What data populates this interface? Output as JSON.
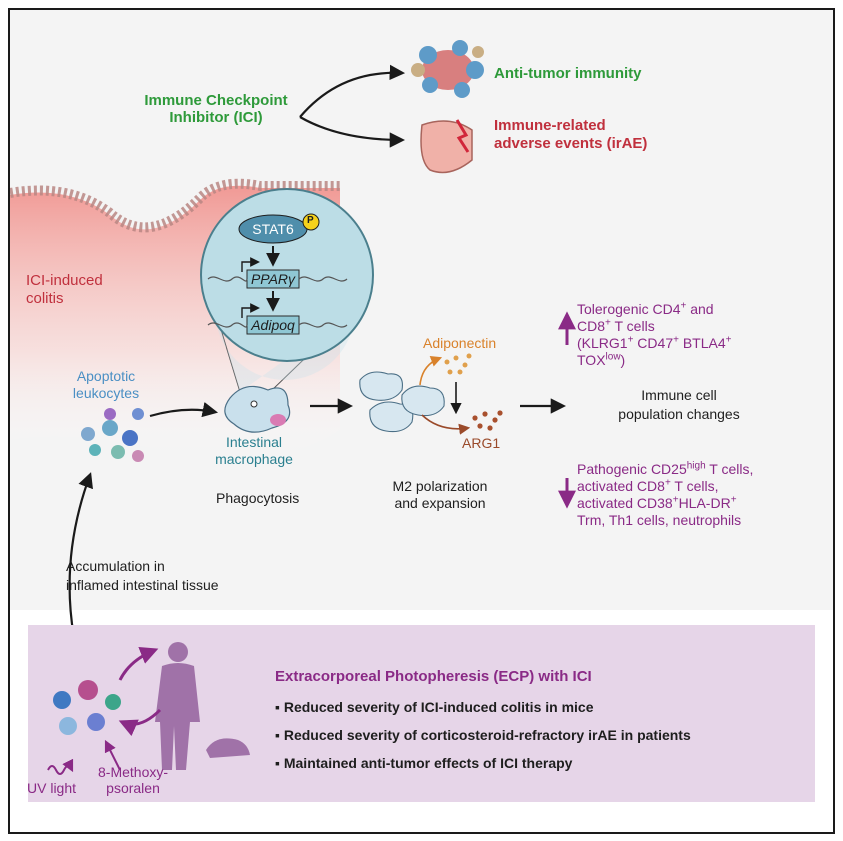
{
  "top": {
    "ici_line1": "Immune Checkpoint",
    "ici_line2": "Inhibitor (ICI)",
    "anti_tumor": "Anti-tumor immunity",
    "irae_line1": "Immune-related",
    "irae_line2": "adverse events (irAE)"
  },
  "middle": {
    "colitis_line1": "ICI-induced",
    "colitis_line2": "colitis",
    "stat6": "STAT6",
    "phospho": "P",
    "ppar": "PPARγ",
    "adipoq": "Adipoq",
    "apoptotic_line1": "Apoptotic",
    "apoptotic_line2": "leukocytes",
    "macrophage_line1": "Intestinal",
    "macrophage_line2": "macrophage",
    "phagocytosis": "Phagocytosis",
    "adiponectin": "Adiponectin",
    "arg1": "ARG1",
    "m2_line1": "M2 polarization",
    "m2_line2": "and expansion",
    "immune_line1": "Immune cell",
    "immune_line2": "population changes",
    "accum_line1": "Accumulation in",
    "accum_line2": "inflamed intestinal tissue"
  },
  "right": {
    "up_1a": "Tolerogenic CD4",
    "up_1sup": "+",
    "up_1b": " and",
    "up_2a": "CD8",
    "up_2sup": "+",
    "up_2b": " T cells",
    "up_3a": "(KLRG1",
    "up_3s1": "+",
    "up_3b": " CD47",
    "up_3s2": "+",
    "up_3c": " BTLA4",
    "up_3s3": "+",
    "up_4a": "TOX",
    "up_4sup": "low",
    "up_4b": ")",
    "down_1a": "Pathogenic CD25",
    "down_1sup": "high",
    "down_1b": " T cells,",
    "down_2a": "activated CD8",
    "down_2sup": "+",
    "down_2b": " T cells,",
    "down_3a": "activated CD38",
    "down_3s1": "+",
    "down_3b": "HLA-DR",
    "down_3s2": "+",
    "down_4": "Trm, Th1 cells, neutrophils"
  },
  "bottom": {
    "title": "Extracorporeal Photopheresis (ECP) with ICI",
    "bullets": [
      "Reduced severity of ICI-induced colitis in mice",
      "Reduced severity of corticosteroid-refractory irAE in patients",
      "Maintained anti-tumor effects of ICI therapy"
    ],
    "bullet_mark": "▪",
    "uv": "UV light",
    "mop_line1": "8-Methoxy-",
    "mop_line2": "psoralen"
  },
  "colors": {
    "green": "#2e9a3a",
    "red": "#c0303d",
    "purple": "#8a2a86",
    "panel": "#e6d5e8",
    "teal_box": "#a9d4dc"
  }
}
